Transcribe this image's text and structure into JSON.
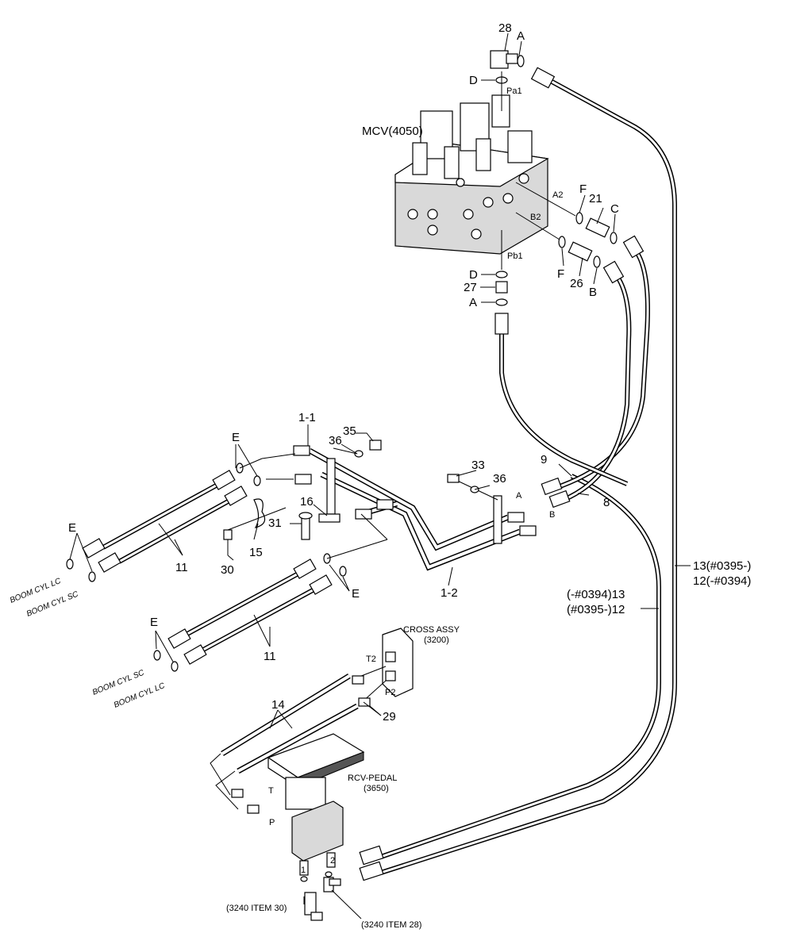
{
  "callouts": {
    "item_28": "28",
    "letter_a_top": "A",
    "letter_d_top": "D",
    "port_pa1": "Pa1",
    "mcv": "MCV(4050)",
    "port_a2": "A2",
    "letter_f_1": "F",
    "item_21": "21",
    "letter_c": "C",
    "port_b2": "B2",
    "letter_f_2": "F",
    "item_26": "26",
    "letter_b": "B",
    "port_pb1": "Pb1",
    "letter_d_mid": "D",
    "item_27": "27",
    "letter_a_mid": "A",
    "item_1_1": "1-1",
    "item_35": "35",
    "item_36_top": "36",
    "letter_e_1": "E",
    "item_33": "33",
    "item_36_right": "36",
    "item_9": "9",
    "item_8": "8",
    "port_a_small": "A",
    "port_b_small": "B",
    "item_16": "16",
    "item_31": "31",
    "item_15": "15",
    "item_30": "30",
    "item_11_top": "11",
    "letter_e_2": "E",
    "boom_cyl_lc_1": "BOOM CYL LC",
    "boom_cyl_sc_1": "BOOM CYL SC",
    "item_1_2": "1-2",
    "letter_e_3": "E",
    "item_13_12_right_a": "13(#0395-)",
    "item_13_12_right_b": "12(-#0394)",
    "item_13_12_mid_a": "(-#0394)13",
    "item_13_12_mid_b": "(#0395-)12",
    "item_11_bottom": "11",
    "letter_e_4": "E",
    "boom_cyl_sc_2": "BOOM CYL SC",
    "boom_cyl_lc_2": "BOOM CYL LC",
    "cross_assy_a": "CROSS ASSY",
    "cross_assy_b": "(3200)",
    "port_t2": "T2",
    "port_p2": "P2",
    "item_14": "14",
    "item_29": "29",
    "rcv_pedal_a": "RCV-PEDAL",
    "rcv_pedal_b": "(3650)",
    "port_t": "T",
    "port_p": "P",
    "port_1": "1",
    "port_2": "2",
    "ref_item_30": "(3240 ITEM 30)",
    "ref_item_28": "(3240 ITEM 28)"
  },
  "icons": {
    "mcv": "main-control-valve",
    "pedal": "rcv-pedal-valve",
    "cross": "cross-assembly-block"
  }
}
